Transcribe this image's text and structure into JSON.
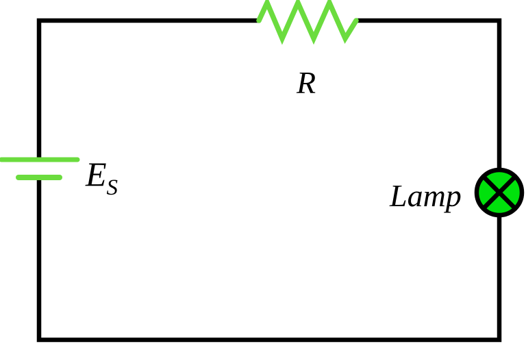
{
  "diagram": {
    "labels": {
      "resistor": "R",
      "source_main": "E",
      "source_sub": "S",
      "lamp": "Lamp"
    },
    "colors": {
      "wire": "#000000",
      "component_green": "#6bdc3e",
      "lamp_fill": "#00e10c",
      "background": "#ffffff"
    }
  }
}
